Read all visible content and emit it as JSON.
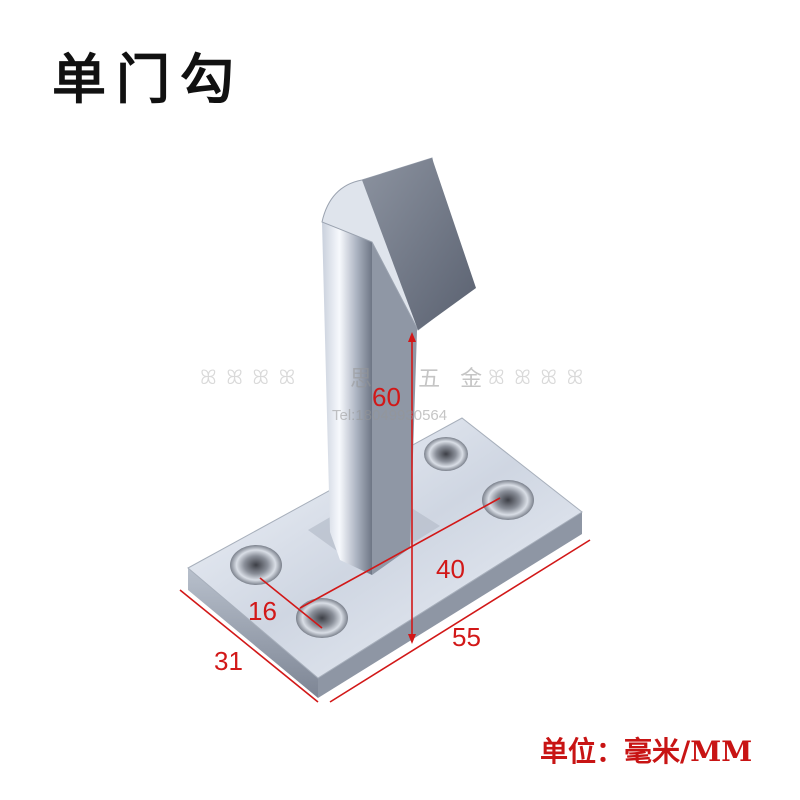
{
  "title": "单门勾",
  "unit_label": "单位：毫米/MM",
  "dimensions": {
    "height": "60",
    "hole_spacing_long": "40",
    "hole_spacing_short": "16",
    "base_length": "55",
    "base_width": "31"
  },
  "watermark": {
    "name": "思 五金",
    "tel": "Tel:18049930564"
  },
  "colors": {
    "dimension": "#d21818",
    "unit": "#c81414",
    "title": "#111111",
    "metal_light": "#eef2f8",
    "metal_dark": "#5a6170"
  }
}
